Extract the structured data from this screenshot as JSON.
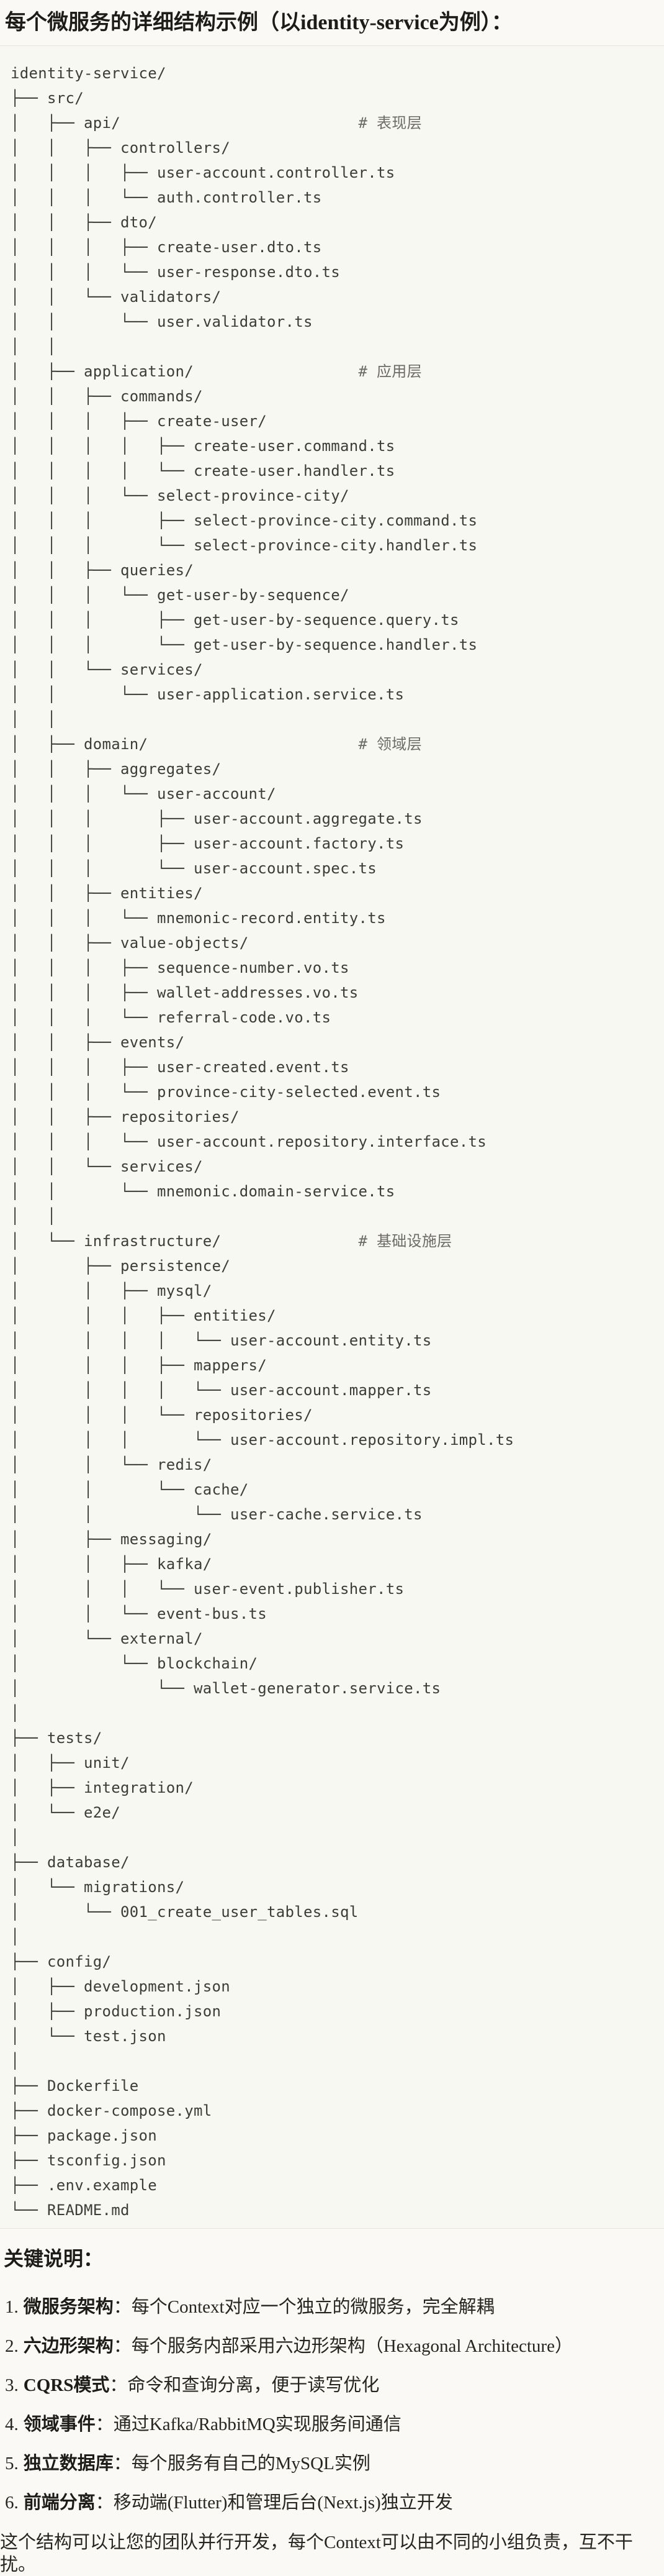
{
  "page": {
    "title": "每个微服务的详细结构示例（以identity-service为例）："
  },
  "tree": {
    "lines": [
      "identity-service/",
      "├── src/",
      "│   ├── api/                          # 表现层",
      "│   │   ├── controllers/",
      "│   │   │   ├── user-account.controller.ts",
      "│   │   │   └── auth.controller.ts",
      "│   │   ├── dto/",
      "│   │   │   ├── create-user.dto.ts",
      "│   │   │   └── user-response.dto.ts",
      "│   │   └── validators/",
      "│   │       └── user.validator.ts",
      "│   │",
      "│   ├── application/                  # 应用层",
      "│   │   ├── commands/",
      "│   │   │   ├── create-user/",
      "│   │   │   │   ├── create-user.command.ts",
      "│   │   │   │   └── create-user.handler.ts",
      "│   │   │   └── select-province-city/",
      "│   │   │       ├── select-province-city.command.ts",
      "│   │   │       └── select-province-city.handler.ts",
      "│   │   ├── queries/",
      "│   │   │   └── get-user-by-sequence/",
      "│   │   │       ├── get-user-by-sequence.query.ts",
      "│   │   │       └── get-user-by-sequence.handler.ts",
      "│   │   └── services/",
      "│   │       └── user-application.service.ts",
      "│   │",
      "│   ├── domain/                       # 领域层",
      "│   │   ├── aggregates/",
      "│   │   │   └── user-account/",
      "│   │   │       ├── user-account.aggregate.ts",
      "│   │   │       ├── user-account.factory.ts",
      "│   │   │       └── user-account.spec.ts",
      "│   │   ├── entities/",
      "│   │   │   └── mnemonic-record.entity.ts",
      "│   │   ├── value-objects/",
      "│   │   │   ├── sequence-number.vo.ts",
      "│   │   │   ├── wallet-addresses.vo.ts",
      "│   │   │   └── referral-code.vo.ts",
      "│   │   ├── events/",
      "│   │   │   ├── user-created.event.ts",
      "│   │   │   └── province-city-selected.event.ts",
      "│   │   ├── repositories/",
      "│   │   │   └── user-account.repository.interface.ts",
      "│   │   └── services/",
      "│   │       └── mnemonic.domain-service.ts",
      "│   │",
      "│   └── infrastructure/               # 基础设施层",
      "│       ├── persistence/",
      "│       │   ├── mysql/",
      "│       │   │   ├── entities/",
      "│       │   │   │   └── user-account.entity.ts",
      "│       │   │   ├── mappers/",
      "│       │   │   │   └── user-account.mapper.ts",
      "│       │   │   └── repositories/",
      "│       │   │       └── user-account.repository.impl.ts",
      "│       │   └── redis/",
      "│       │       └── cache/",
      "│       │           └── user-cache.service.ts",
      "│       ├── messaging/",
      "│       │   ├── kafka/",
      "│       │   │   └── user-event.publisher.ts",
      "│       │   └── event-bus.ts",
      "│       └── external/",
      "│           └── blockchain/",
      "│               └── wallet-generator.service.ts",
      "│",
      "├── tests/",
      "│   ├── unit/",
      "│   ├── integration/",
      "│   └── e2e/",
      "│",
      "├── database/",
      "│   └── migrations/",
      "│       └── 001_create_user_tables.sql",
      "│",
      "├── config/",
      "│   ├── development.json",
      "│   ├── production.json",
      "│   └── test.json",
      "│",
      "├── Dockerfile",
      "├── docker-compose.yml",
      "├── package.json",
      "├── tsconfig.json",
      "├── .env.example",
      "└── README.md"
    ]
  },
  "notes": {
    "heading": "关键说明：",
    "items": [
      {
        "num": "1.",
        "term": "微服务架构",
        "desc": "：每个Context对应一个独立的微服务，完全解耦"
      },
      {
        "num": "2.",
        "term": "六边形架构",
        "desc": "：每个服务内部采用六边形架构（Hexagonal Architecture）"
      },
      {
        "num": "3.",
        "term": "CQRS模式",
        "desc": "：命令和查询分离，便于读写优化"
      },
      {
        "num": "4.",
        "term": "领域事件",
        "desc": "：通过Kafka/RabbitMQ实现服务间通信"
      },
      {
        "num": "5.",
        "term": "独立数据库",
        "desc": "：每个服务有自己的MySQL实例"
      },
      {
        "num": "6.",
        "term": "前端分离",
        "desc": "：移动端(Flutter)和管理后台(Next.js)独立开发"
      }
    ],
    "footer": "这个结构可以让您的团队并行开发，每个Context可以由不同的小组负责，互不干扰。"
  }
}
